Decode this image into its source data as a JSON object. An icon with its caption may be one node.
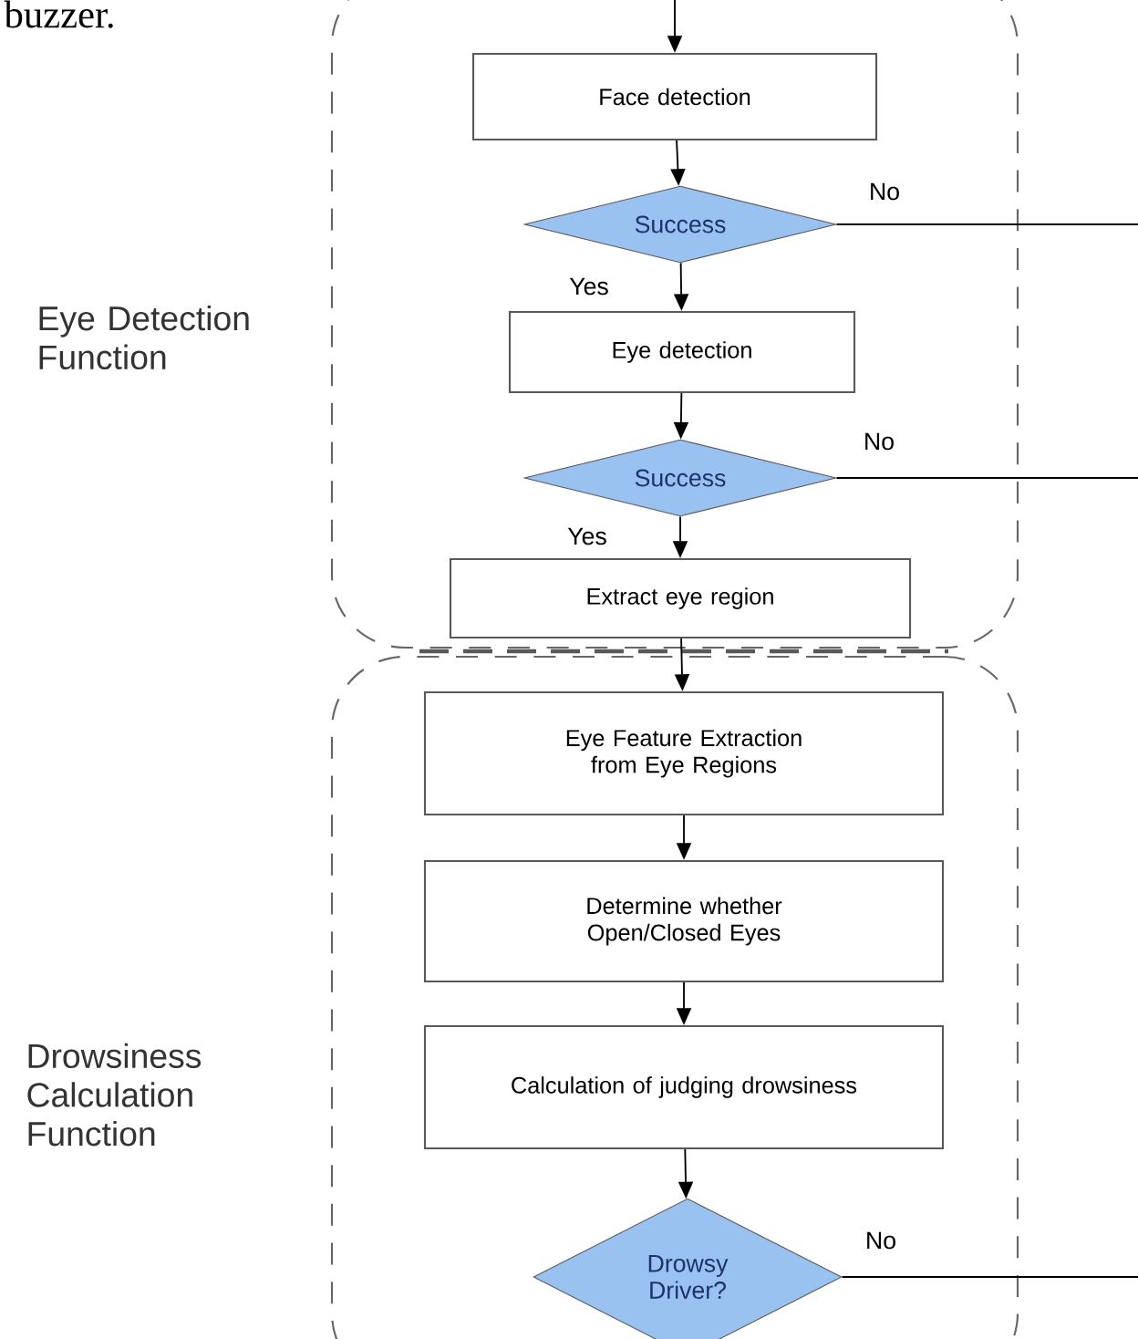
{
  "diagram": {
    "nodes": [
      {
        "text": [
          "Eye Detection Function"
        ]
      },
      {
        "text": [
          "Face detection"
        ],
        "in": 0
      },
      {
        "text": [
          "Success"
        ],
        "in": 0
      },
      {
        "text": [
          "Eye detection"
        ],
        "in": 0
      },
      {
        "text": [
          "Success"
        ],
        "in": 0
      },
      {
        "text": [
          "Extract eye region"
        ],
        "in": 0
      },
      {
        "text": [
          "Drowsiness Calculation Function"
        ]
      },
      {
        "text": [
          "Eye Feature Extraction from Eye Regions"
        ],
        "in": 6
      },
      {
        "text": [
          "Determine whether Open/Closed Eyes"
        ],
        "in": 6
      },
      {
        "text": [
          "Calculation of judging drowsiness"
        ],
        "in": 6
      },
      {
        "text": [
          "Drowsy Driver?"
        ],
        "in": 6
      }
    ],
    "edges": [
      {
        "from": null,
        "to": 1,
        "arrow": "to"
      },
      {
        "from": 1,
        "to": 2,
        "arrow": "to"
      },
      {
        "from": 2,
        "to": 3,
        "arrow": "to",
        "label": "Yes"
      },
      {
        "from": 3,
        "to": 4,
        "arrow": "to"
      },
      {
        "from": 4,
        "to": 5,
        "arrow": "to",
        "label": "Yes"
      },
      {
        "from": 5,
        "to": 7,
        "arrow": "to"
      },
      {
        "from": 7,
        "to": 8,
        "arrow": "to"
      },
      {
        "from": 8,
        "to": 9,
        "arrow": "to"
      },
      {
        "from": 9,
        "to": 10,
        "arrow": "to"
      },
      {
        "from": 2,
        "to": null,
        "arrow": "none",
        "label": "No"
      },
      {
        "from": 4,
        "to": null,
        "arrow": "none",
        "label": "No"
      },
      {
        "from": 10,
        "to": null,
        "arrow": "none",
        "label": "No"
      }
    ],
    "labels": [
      "buzzer."
    ]
  }
}
